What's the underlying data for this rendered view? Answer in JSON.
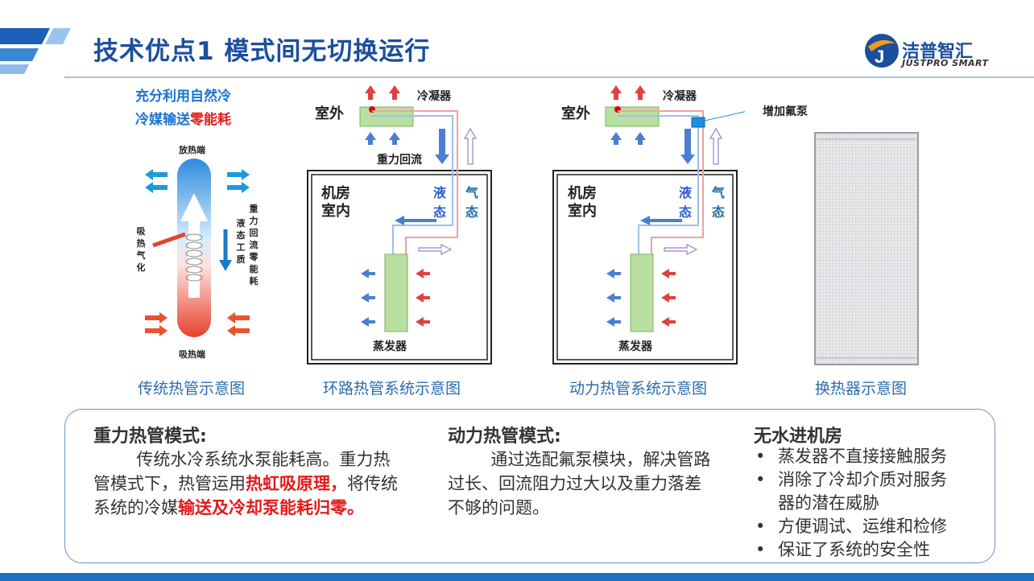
{
  "header": {
    "title": "技术优点1  模式间无切换运行",
    "logo_cn": "洁普智汇",
    "logo_en": "JUSTPRO SMART"
  },
  "diagram1": {
    "tagline_line1": "充分利用自然冷",
    "tagline_line2_prefix": "冷媒输送",
    "tagline_line2_highlight": "零能耗",
    "top_label": "放热端",
    "bottom_label": "吸热端",
    "left_vertical_label": "吸热气化",
    "right_vertical_label1": "重力回流零能耗",
    "right_vertical_label2": "液态工质",
    "caption": "传统热管示意图"
  },
  "diagram2": {
    "condenser_label": "冷凝器",
    "outdoor_label": "室外",
    "gravity_label": "重力回流",
    "room_label1": "机房",
    "room_label2": "室内",
    "liquid_label": "液态",
    "gas_label": "气态",
    "evaporator_label": "蒸发器",
    "caption": "环路热管系统示意图"
  },
  "diagram3": {
    "condenser_label": "冷凝器",
    "outdoor_label": "室外",
    "pump_label": "增加氟泵",
    "room_label1": "机房",
    "room_label2": "室内",
    "liquid_label": "液态",
    "gas_label": "气态",
    "evaporator_label": "蒸发器",
    "caption": "动力热管系统示意图"
  },
  "diagram4": {
    "caption": "换热器示意图"
  },
  "panel": {
    "col1_heading": "重力热管模式:",
    "col1_text_a": "        传统水冷系统水泵能耗高。重力热管模式下，热管运用",
    "col1_red1": "热虹吸原理，",
    "col1_text_b": "将传统系统的冷媒",
    "col1_red2": "输送及冷却泵能耗归零。",
    "col2_heading": "动力热管模式:",
    "col2_text": "        通过选配氟泵模块，解决管路过长、回流阻力过大以及重力落差不够的问题。",
    "col3_heading": "无水进机房",
    "col3_bullets": [
      "蒸发器不直接接触服务",
      "消除了冷却介质对服务",
      "器的潜在威胁",
      "方便调试、运维和检修",
      "保证了系统的安全性"
    ]
  },
  "colors": {
    "title": "#1b4f9c",
    "caption": "#2b6cb0",
    "hot": "#e03b2a",
    "cold": "#3b7fd6",
    "highlight_red": "#e21a1a",
    "bottom_bar": "#1f6fc3"
  }
}
